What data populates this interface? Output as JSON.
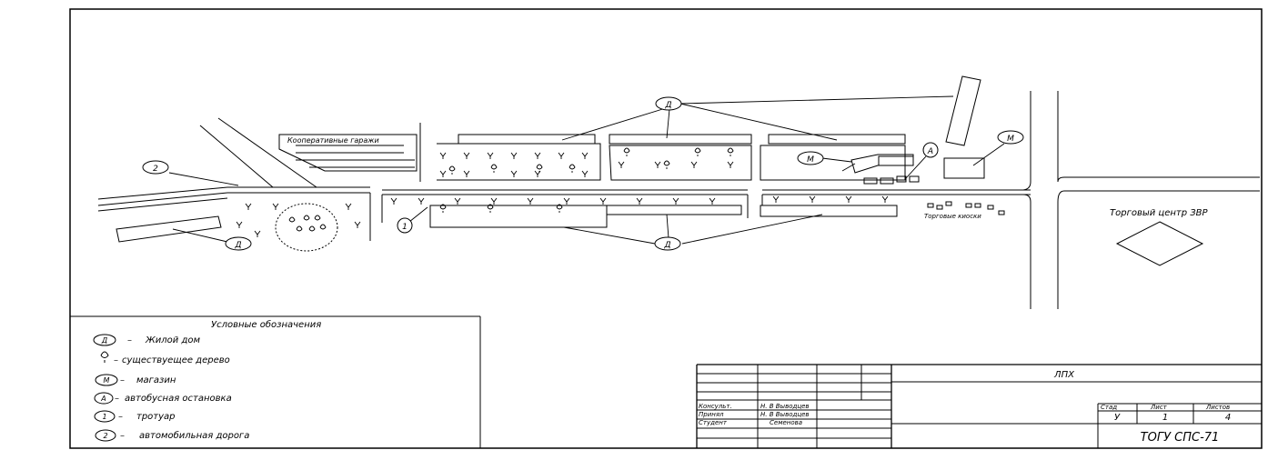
{
  "site_plan": {
    "garages_label": "Кооперативные гаражи",
    "kiosks_label": "Торговые киоски",
    "mall_label": "Торговый центр ЗВР",
    "markers": {
      "house": "Д",
      "shop": "М",
      "bus_stop": "А",
      "sidewalk": "1",
      "road": "2"
    }
  },
  "legend": {
    "title": "Условные обозначения",
    "items": [
      {
        "symbol": "Д",
        "dash": "–",
        "text": "Жилой дом"
      },
      {
        "symbol": "",
        "dash": "–",
        "text": "существуещее дерево"
      },
      {
        "symbol": "М",
        "dash": "–",
        "text": "магазин"
      },
      {
        "symbol": "А",
        "dash": "–",
        "text": "автобусная остановка"
      },
      {
        "symbol": "1",
        "dash": "–",
        "text": "тротуар"
      },
      {
        "symbol": "2",
        "dash": "–",
        "text": "автомобильная дорога"
      }
    ]
  },
  "title_block": {
    "drawing_name": "ЛПХ",
    "roles": [
      "Консульт.",
      "Принял",
      "Студент"
    ],
    "people": [
      "Н. В Выводцев",
      "Н. В Выводцев",
      "Семенова"
    ],
    "stage_header": "Стад",
    "sheet_header": "Лист",
    "sheets_header": "Листов",
    "stage": "У",
    "sheet": "1",
    "sheets": "4",
    "organization": "ТОГУ СПС-71"
  }
}
